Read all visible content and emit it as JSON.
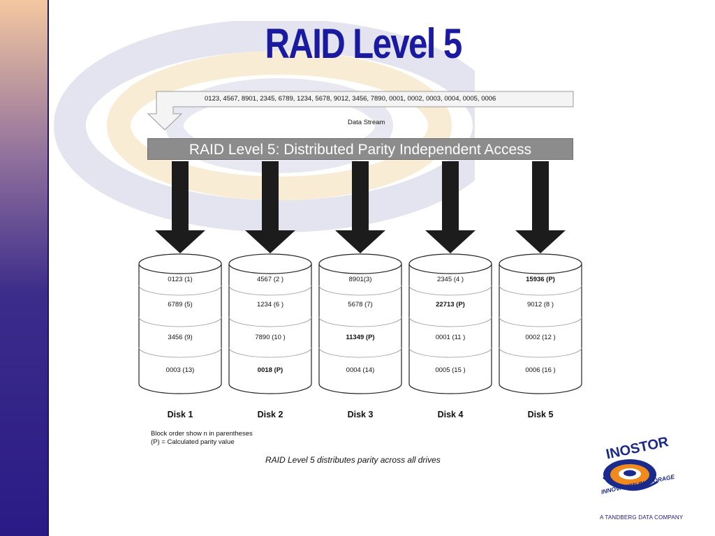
{
  "title": "RAID Level 5",
  "data_stream": {
    "values": "0123, 4567, 8901, 2345, 6789, 1234, 5678, 9012, 3456, 7890, 0001, 0002, 0003, 0004, 0005, 0006",
    "label": "Data Stream"
  },
  "banner": "RAID Level 5: Distributed Parity Independent Access",
  "disks": [
    {
      "label": "Disk 1",
      "blocks": [
        {
          "text": "0123 (1)",
          "parity": false
        },
        {
          "text": "6789 (5)",
          "parity": false
        },
        {
          "text": "3456 (9)",
          "parity": false
        },
        {
          "text": "0003 (13)",
          "parity": false
        }
      ]
    },
    {
      "label": "Disk 2",
      "blocks": [
        {
          "text": "4567 (2 )",
          "parity": false
        },
        {
          "text": "1234 (6 )",
          "parity": false
        },
        {
          "text": "7890 (10 )",
          "parity": false
        },
        {
          "text": "0018 (P)",
          "parity": true
        }
      ]
    },
    {
      "label": "Disk 3",
      "blocks": [
        {
          "text": "8901(3)",
          "parity": false
        },
        {
          "text": "5678 (7)",
          "parity": false
        },
        {
          "text": "11349 (P)",
          "parity": true
        },
        {
          "text": "0004 (14)",
          "parity": false
        }
      ]
    },
    {
      "label": "Disk 4",
      "blocks": [
        {
          "text": "2345 (4 )",
          "parity": false
        },
        {
          "text": "22713 (P)",
          "parity": true
        },
        {
          "text": "0001 (11 )",
          "parity": false
        },
        {
          "text": "0005 (15 )",
          "parity": false
        }
      ]
    },
    {
      "label": "Disk 5",
      "blocks": [
        {
          "text": "15936 (P)",
          "parity": true
        },
        {
          "text": "9012 (8 )",
          "parity": false
        },
        {
          "text": "0002 (12 )",
          "parity": false
        },
        {
          "text": "0006 (16 )",
          "parity": false
        }
      ]
    }
  ],
  "notes": {
    "line1": "Block order show n in parentheses",
    "line2": "(P) = Calculated parity value"
  },
  "caption": "RAID Level 5 distributes parity across all drives",
  "logo": {
    "name": "INOSTOR",
    "tagline": "INNOVATION IN STORAGE",
    "sub": "A TANDBERG DATA COMPANY"
  },
  "colors": {
    "title": "#1a1aa0",
    "banner": "#8c8c8c",
    "arrow": "#1c1c1c",
    "logo_orange": "#f08a1c",
    "logo_blue": "#1a2a8c"
  }
}
